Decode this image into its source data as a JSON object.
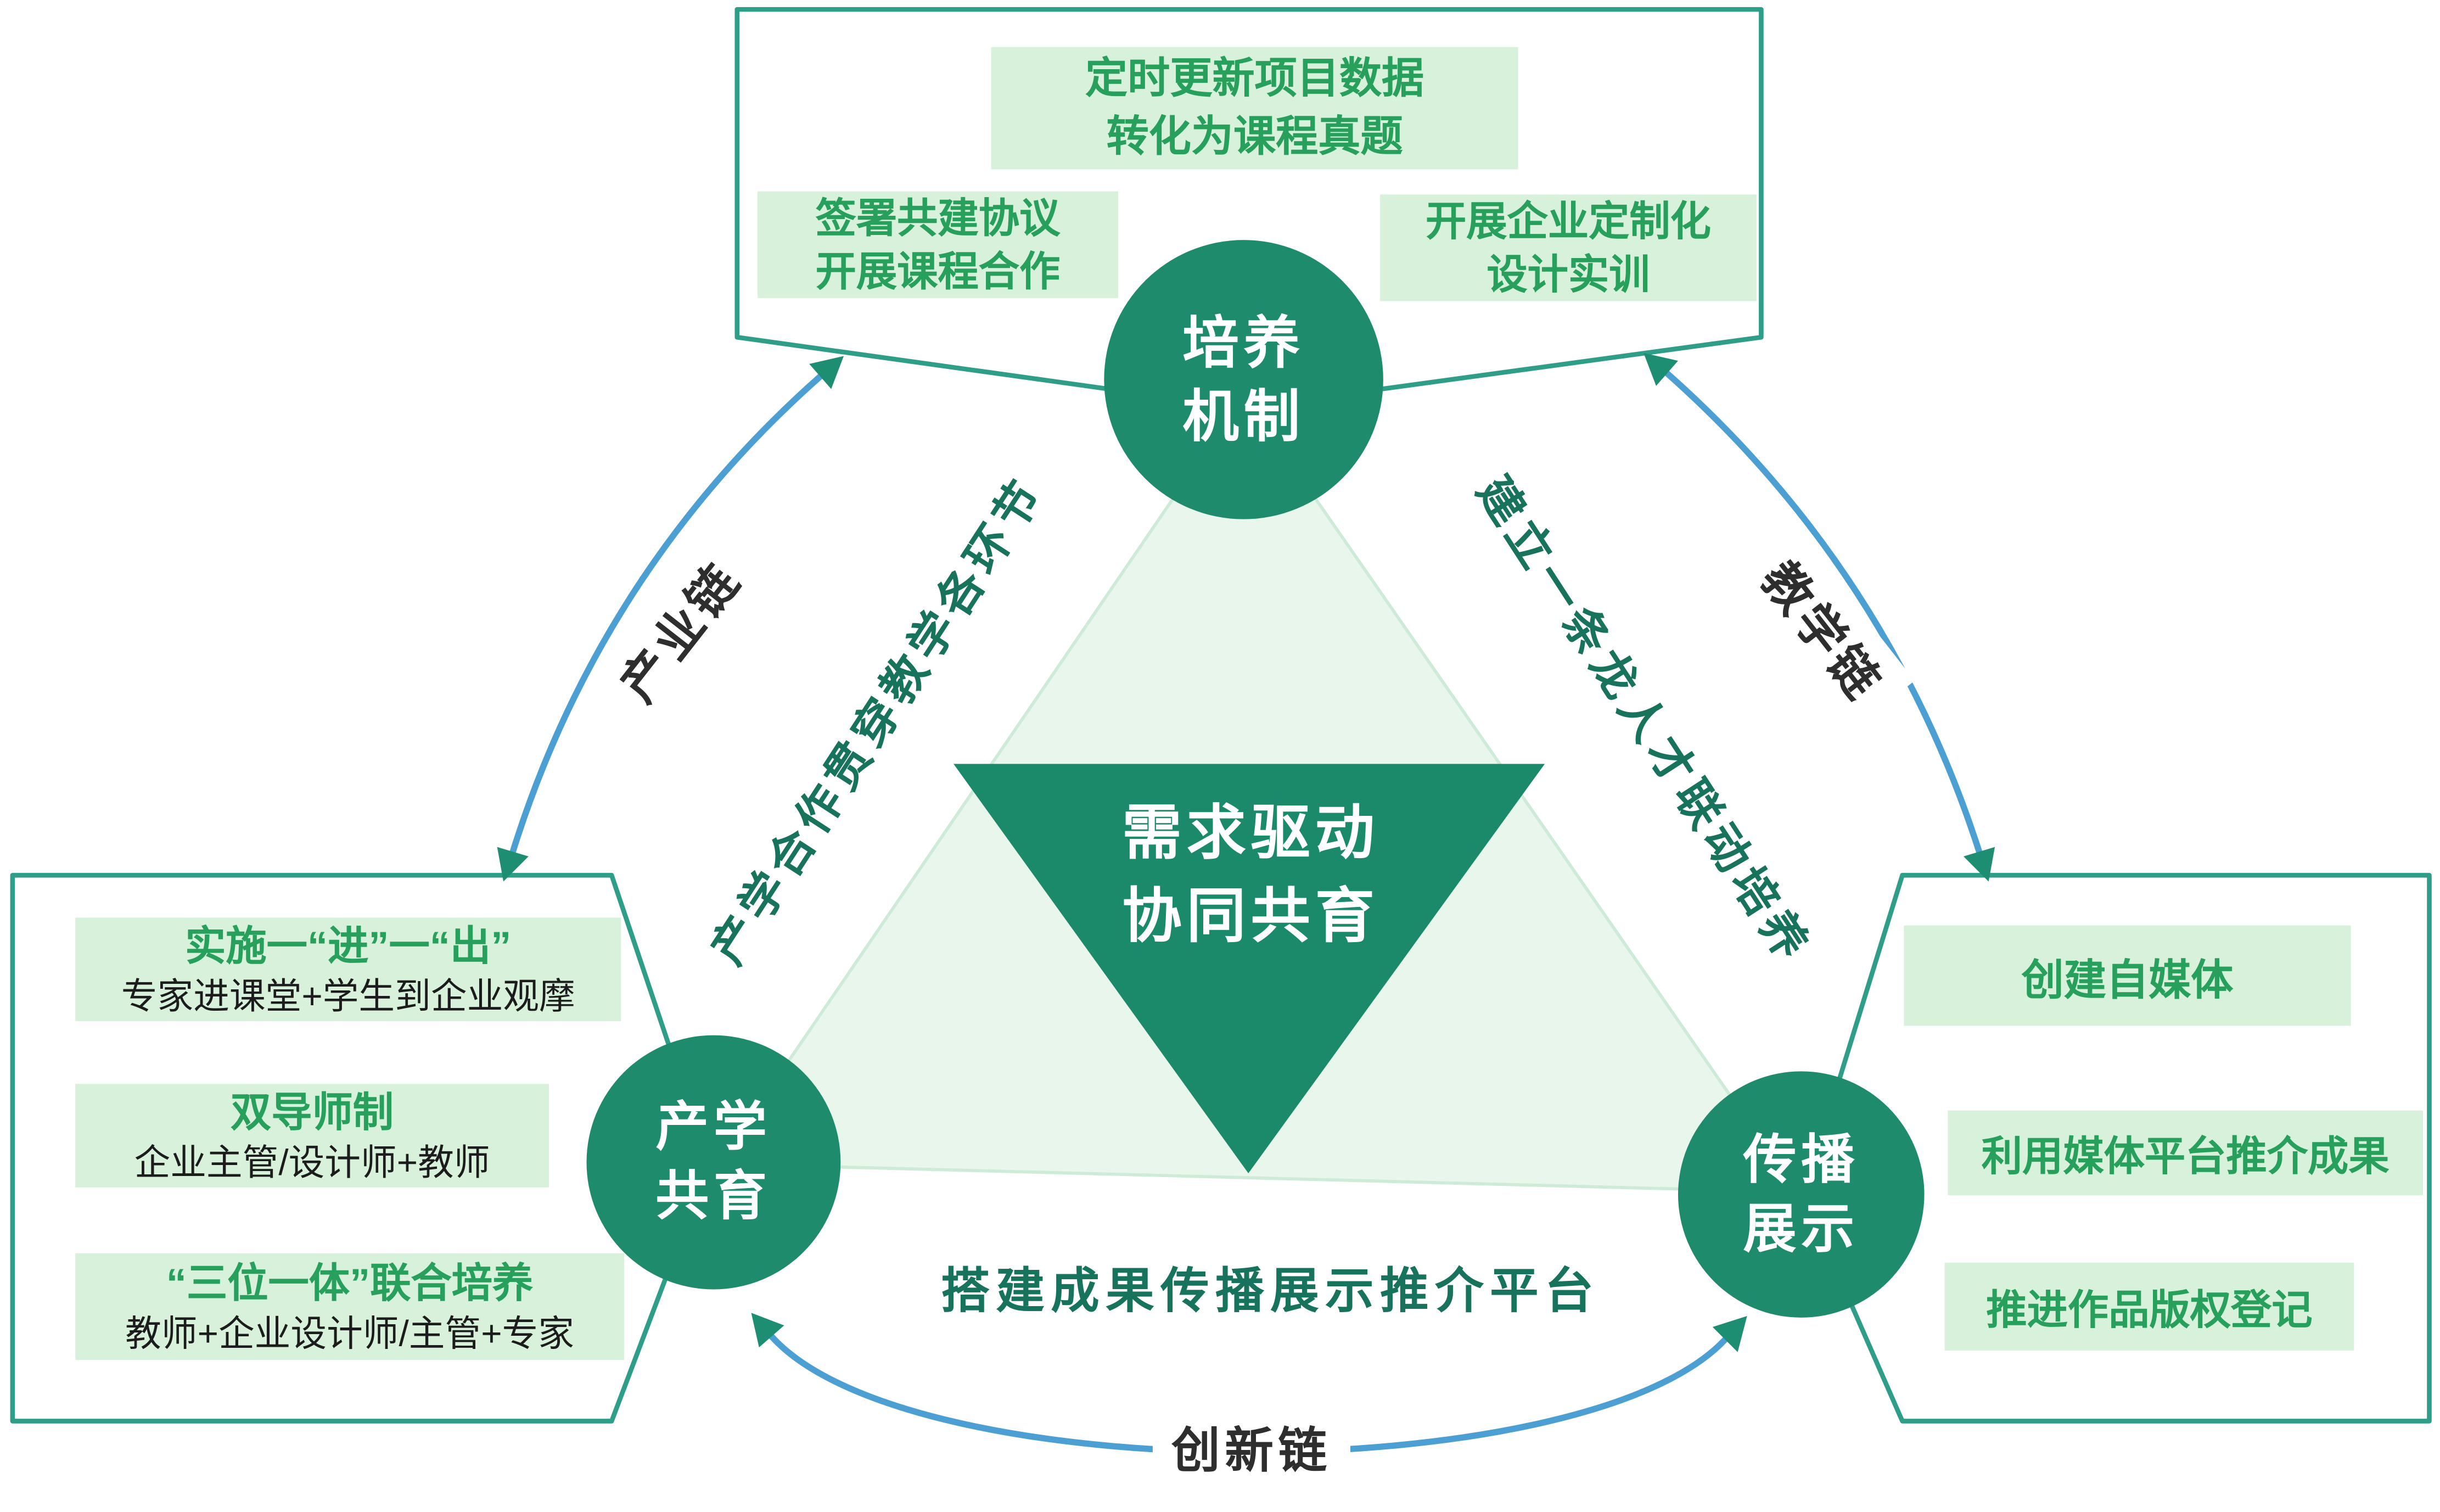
{
  "center_triangle": {
    "line1": "需求驱动",
    "line2": "协同共育"
  },
  "nodes": {
    "top": {
      "line1": "培养",
      "line2": "机制"
    },
    "bottom_left": {
      "line1": "产学",
      "line2": "共育"
    },
    "bottom_right": {
      "line1": "传播",
      "line2": "展示"
    }
  },
  "edge_labels": {
    "left": "产学合作贯穿教学各环节",
    "right": "建立一条龙人才联动培养",
    "bottom": "搭建成果传播展示推介平台"
  },
  "chain_labels": {
    "left": "产业链",
    "right": "教学链",
    "bottom": "创新链"
  },
  "top_panel": {
    "items": [
      {
        "line1": "定时更新项目数据",
        "line2": "转化为课程真题"
      },
      {
        "line1": "签署共建协议",
        "line2": "开展课程合作"
      },
      {
        "line1": "开展企业定制化",
        "line2": "设计实训"
      }
    ]
  },
  "left_panel": {
    "items": [
      {
        "title": "实施一“进”一“出”",
        "desc": "专家进课堂+学生到企业观摩"
      },
      {
        "title": "双导师制",
        "desc": "企业主管/设计师+教师"
      },
      {
        "title": "“三位一体”联合培养",
        "desc": "教师+企业设计师/主管+专家"
      }
    ]
  },
  "right_panel": {
    "items": [
      {
        "label": "创建自媒体"
      },
      {
        "label": "利用媒体平台推介成果"
      },
      {
        "label": "推进作品版权登记"
      }
    ]
  },
  "colors": {
    "node_green": "#1e8b6d",
    "panel_border": "#2f9e88",
    "light_green_box": "#d8f1db",
    "green_text": "#27a05c",
    "light_triangle": "#e8f6ec",
    "arc_blue": "#4c9fd2",
    "arrow_green": "#1e8e72"
  }
}
